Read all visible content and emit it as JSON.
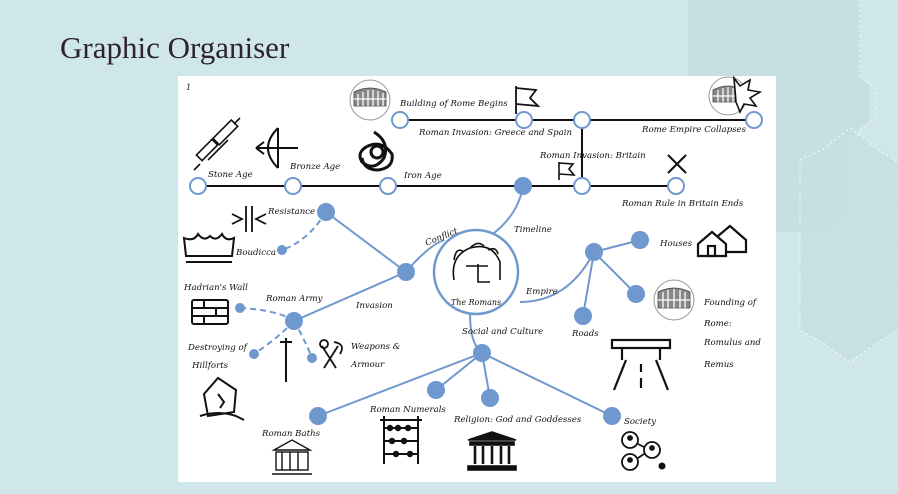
{
  "slide": {
    "title": "Graphic Organiser",
    "page_marker": "1"
  },
  "timeline": {
    "bottom": [
      "Stone Age",
      "Bronze Age",
      "Iron Age"
    ],
    "upper": [
      "Building of Rome Begins",
      "Roman Invasion: Greece and Spain",
      "Rome Empire Collapses"
    ],
    "mid": [
      "Roman Invasion: Britain",
      "Roman Rule in Britain Ends"
    ]
  },
  "centre": {
    "label": "The Romans"
  },
  "branches": {
    "timeline": "Timeline",
    "conflict": "Conflict",
    "empire": "Empire",
    "social": "Social and Culture",
    "invasion": "Invasion"
  },
  "conflict": {
    "resistance": "Resistance",
    "boudicca": "Boudicca",
    "roman_army": "Roman Army",
    "hadrians_wall": "Hadrian's Wall",
    "destroying": [
      "Destroying of",
      "Hillforts"
    ],
    "weapons": [
      "Weapons &",
      "Armour"
    ]
  },
  "empire": {
    "houses": "Houses",
    "founding": [
      "Founding of",
      "Rome:",
      "Romulus and",
      "Remus"
    ],
    "roads": "Roads"
  },
  "social": {
    "baths": "Roman Baths",
    "numerals": "Roman Numerals",
    "religion": "Religion: God and Goddesses",
    "society": "Society"
  },
  "colors": {
    "node": "#6f98cf",
    "line": "#6f98cf",
    "timeline": "#111111",
    "background": "#cfe7ea"
  }
}
